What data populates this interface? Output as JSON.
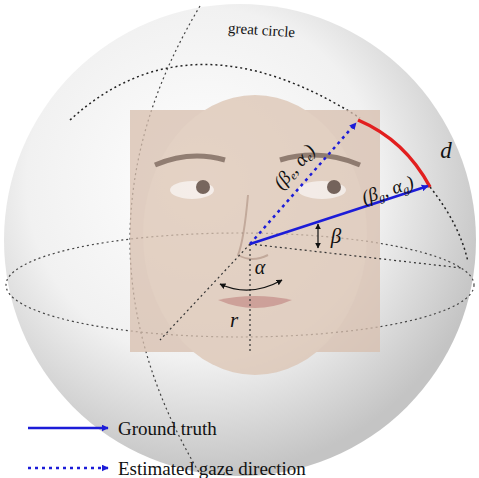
{
  "diagram": {
    "labels": [
      "great circle",
      "(βe, αe)",
      "d",
      "(βg, αg)",
      "β",
      "α",
      "r"
    ],
    "legend": [
      {
        "text": "Ground truth"
      },
      {
        "text": "Estimated gaze direction"
      }
    ]
  }
}
